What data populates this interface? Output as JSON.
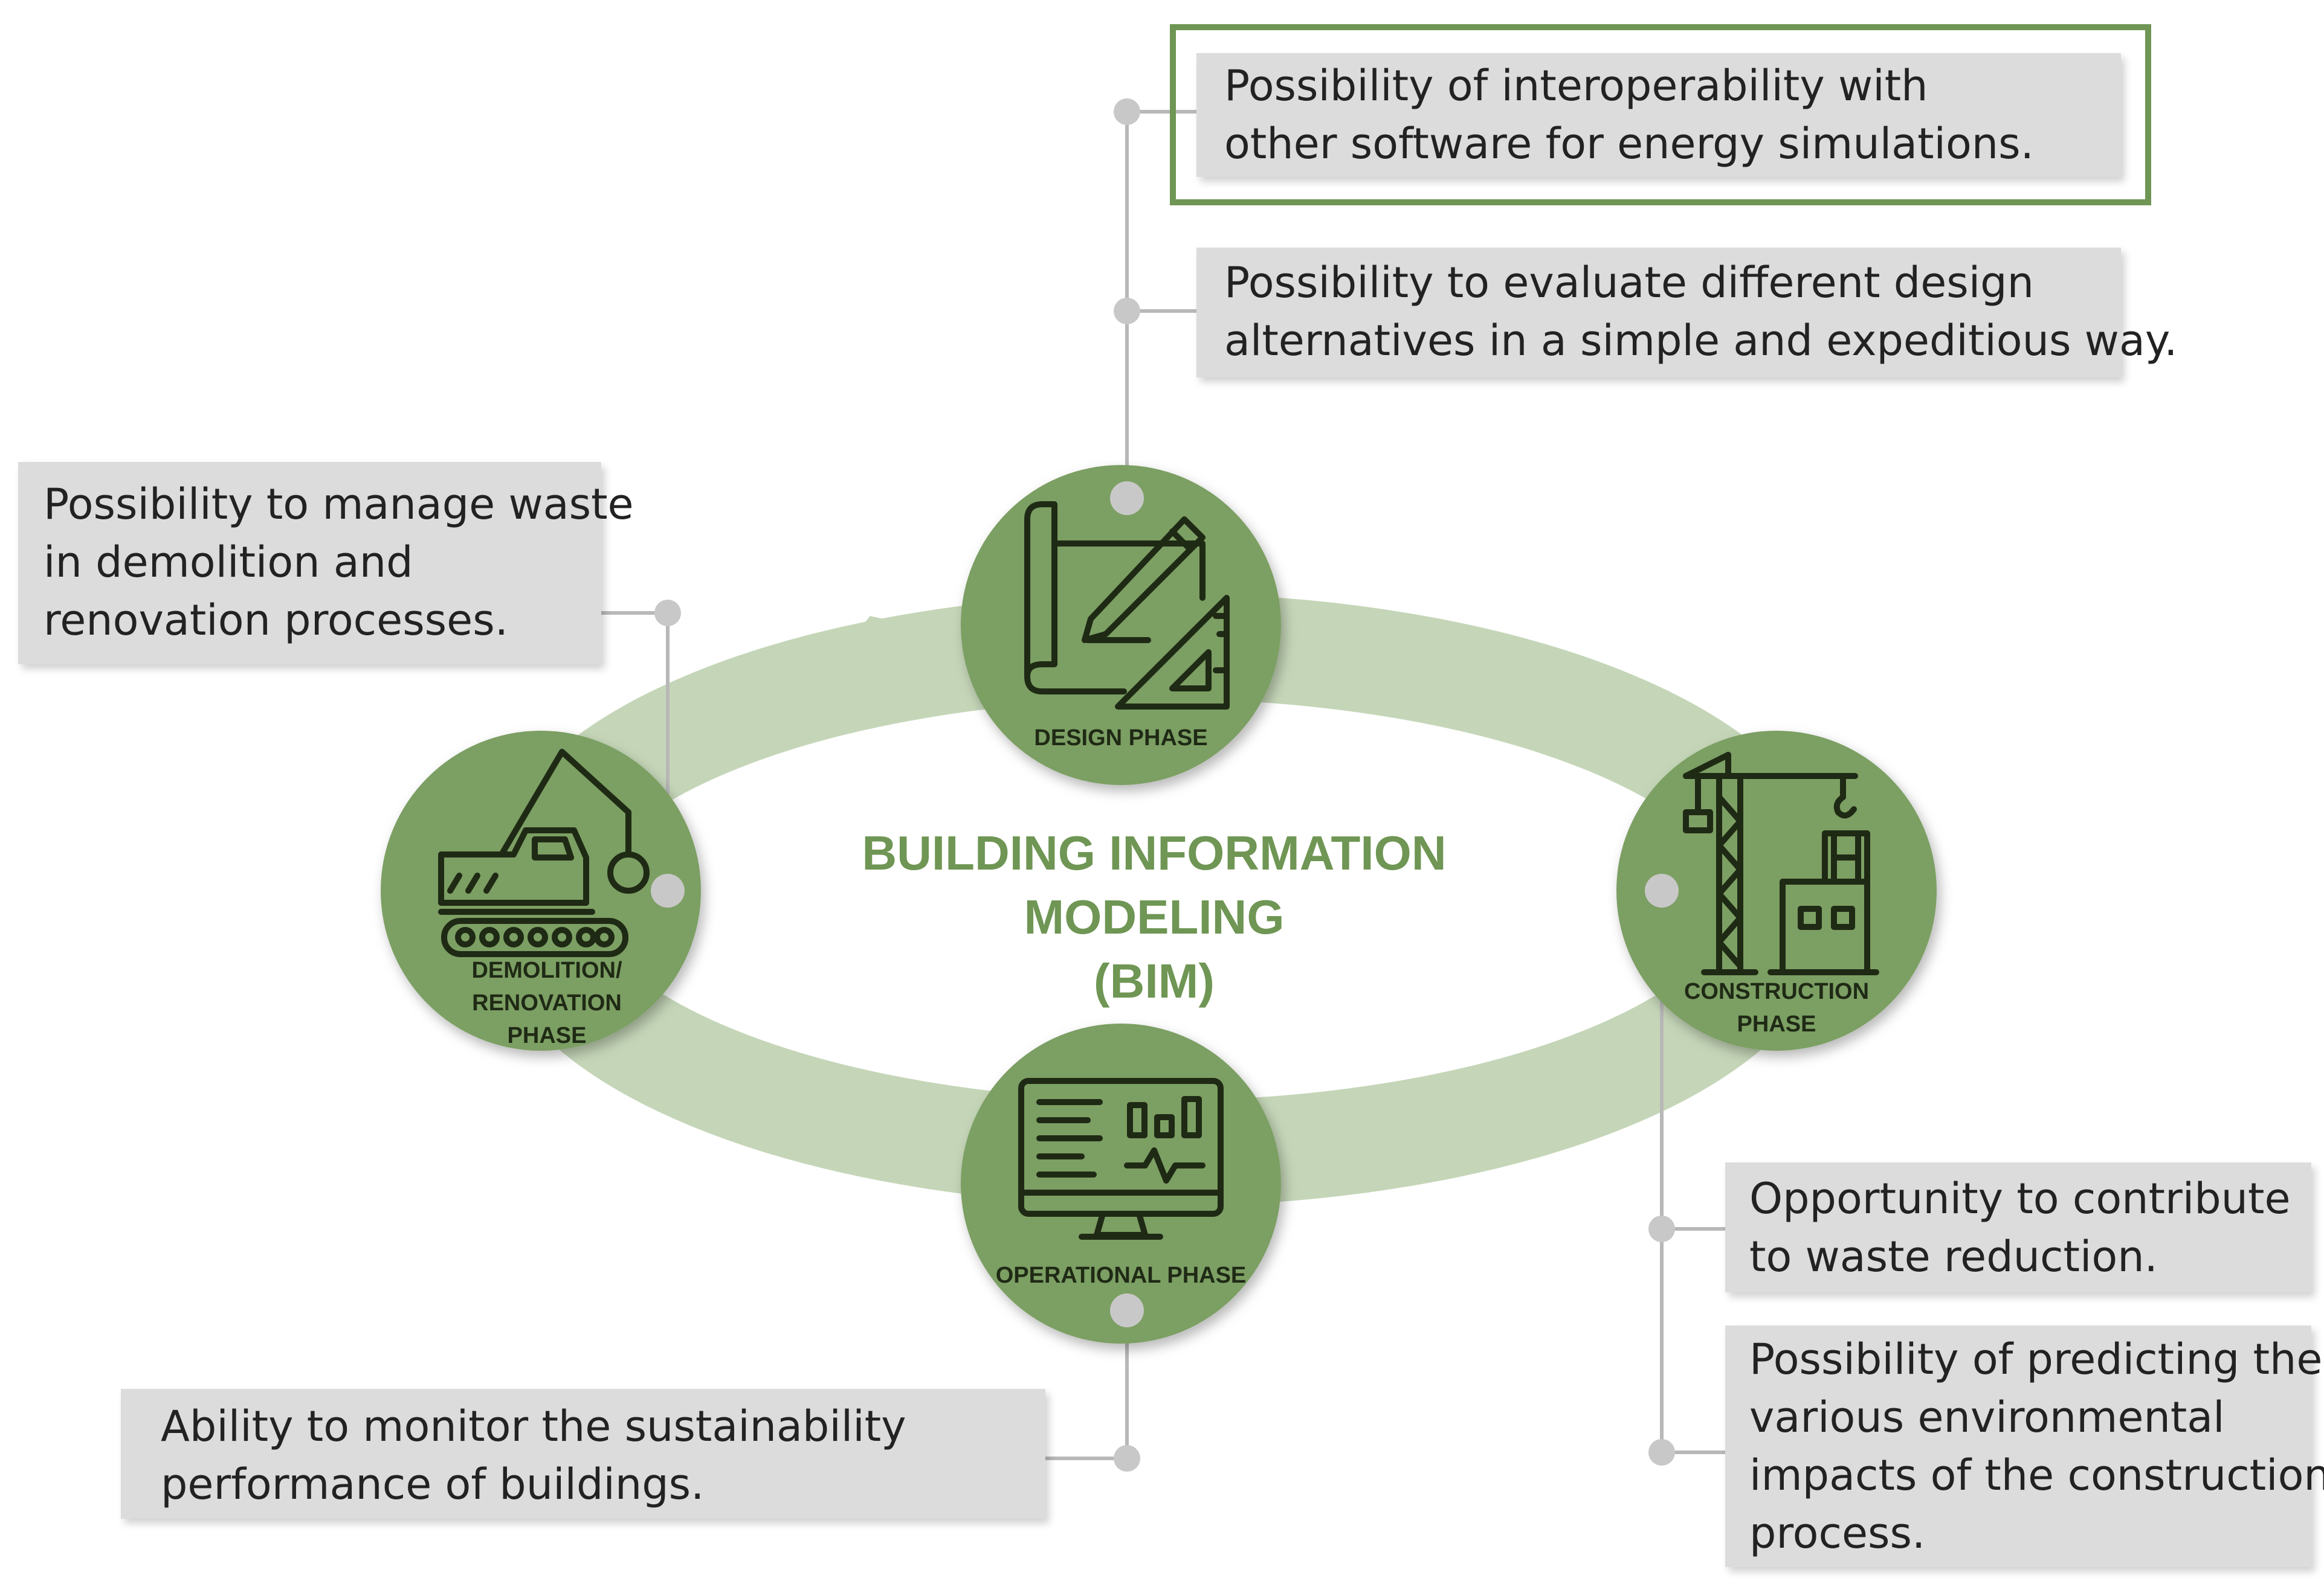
{
  "colors": {
    "circle_fill": "#7c9f63",
    "ring_fill": "#c5d6b8",
    "title_green": "#6f9654",
    "note_background": "#dcdcdc",
    "connector_gray": "#b8b8b8",
    "icon_stroke": "#1f2a15"
  },
  "center": {
    "lines": [
      "BUILDING INFORMATION",
      "MODELING",
      "(BIM)"
    ]
  },
  "phases": [
    {
      "id": "design",
      "label_lines": [
        "DESIGN PHASE"
      ],
      "icon": "blueprint-pencil-icon"
    },
    {
      "id": "construction",
      "label_lines": [
        "CONSTRUCTION",
        "PHASE"
      ],
      "icon": "tower-crane-icon"
    },
    {
      "id": "operational",
      "label_lines": [
        "OPERATIONAL PHASE"
      ],
      "icon": "monitor-dashboard-icon"
    },
    {
      "id": "demolition",
      "label_lines": [
        "DEMOLITION/",
        "RENOVATION",
        "PHASE"
      ],
      "icon": "excavator-wrecking-ball-icon"
    }
  ],
  "notes": {
    "design_interoperability": {
      "highlighted": true,
      "lines": [
        "Possibility of interoperability with",
        "other software for energy simulations."
      ]
    },
    "design_alternatives": {
      "lines": [
        "Possibility to evaluate different design",
        "alternatives in a simple and expeditious way."
      ]
    },
    "demolition_waste": {
      "lines": [
        "Possibility to manage waste",
        "in demolition and",
        "renovation processes."
      ]
    },
    "operational_monitor": {
      "lines": [
        "Ability to monitor the sustainability",
        "performance of buildings."
      ]
    },
    "construction_waste": {
      "lines": [
        "Opportunity to contribute",
        "to waste reduction."
      ]
    },
    "construction_impacts": {
      "lines": [
        "Possibility of predicting the",
        "various environmental",
        "impacts of the construction",
        "process."
      ]
    }
  }
}
